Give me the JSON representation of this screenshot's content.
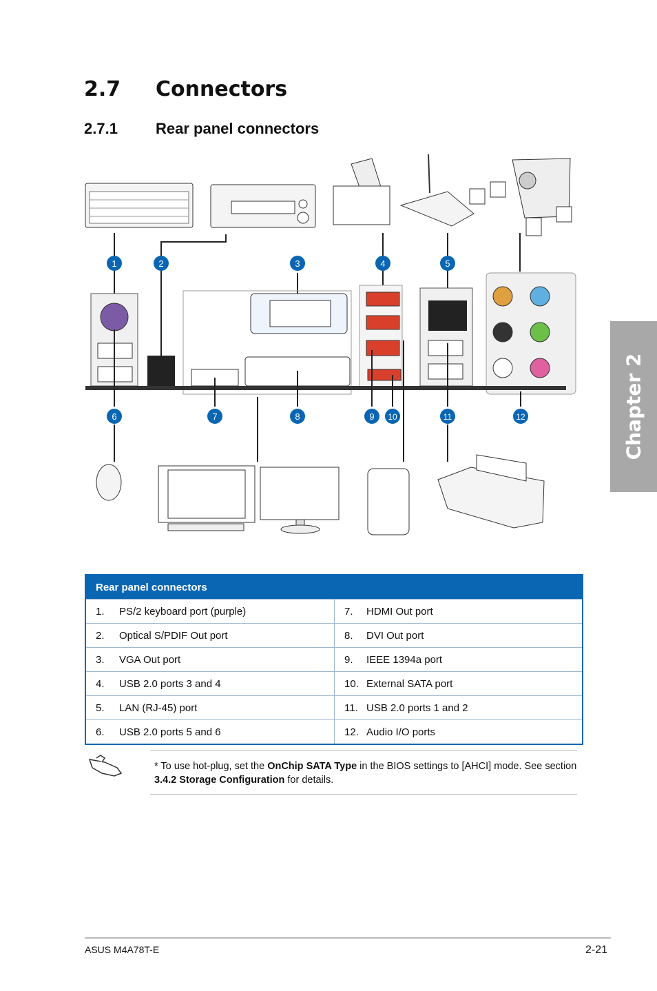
{
  "heading": {
    "number": "2.7",
    "title": "Connectors"
  },
  "subheading": {
    "number": "2.7.1",
    "title": "Rear panel connectors"
  },
  "chapter_tab": "Chapter 2",
  "diagram": {
    "callouts_top": [
      "1",
      "2",
      "3",
      "4",
      "5"
    ],
    "callouts_bottom": [
      "6",
      "7",
      "8",
      "9",
      "10",
      "11",
      "12"
    ]
  },
  "table": {
    "header": "Rear panel connectors",
    "rows": [
      {
        "left_num": "1.",
        "left": "PS/2 keyboard port (purple)",
        "right_num": "7.",
        "right": "HDMI Out port"
      },
      {
        "left_num": "2.",
        "left": "Optical S/PDIF Out port",
        "right_num": "8.",
        "right": "DVI Out port"
      },
      {
        "left_num": "3.",
        "left": "VGA Out port",
        "right_num": "9.",
        "right": "IEEE 1394a port"
      },
      {
        "left_num": "4.",
        "left": "USB 2.0 ports 3 and 4",
        "right_num": "10.",
        "right": "External SATA port"
      },
      {
        "left_num": "5.",
        "left": "LAN (RJ-45) port",
        "right_num": "11.",
        "right": "USB 2.0 ports 1 and 2"
      },
      {
        "left_num": "6.",
        "left": "USB 2.0 ports 5 and 6",
        "right_num": "12.",
        "right": "Audio I/O ports"
      }
    ]
  },
  "note": {
    "prefix": "* To use hot-plug, set the ",
    "bold1": "OnChip SATA Type",
    "middle": " in the BIOS settings to [AHCI] mode. See section ",
    "bold2": "3.4.2 Storage Configuration",
    "suffix": " for details."
  },
  "footer": {
    "left": "ASUS M4A78T-E",
    "right": "2-21"
  },
  "colors": {
    "accent": "#0a66b3",
    "tab": "#a8a8a8",
    "purple_port": "#7b5aa6",
    "usb_red": "#d9402c"
  }
}
